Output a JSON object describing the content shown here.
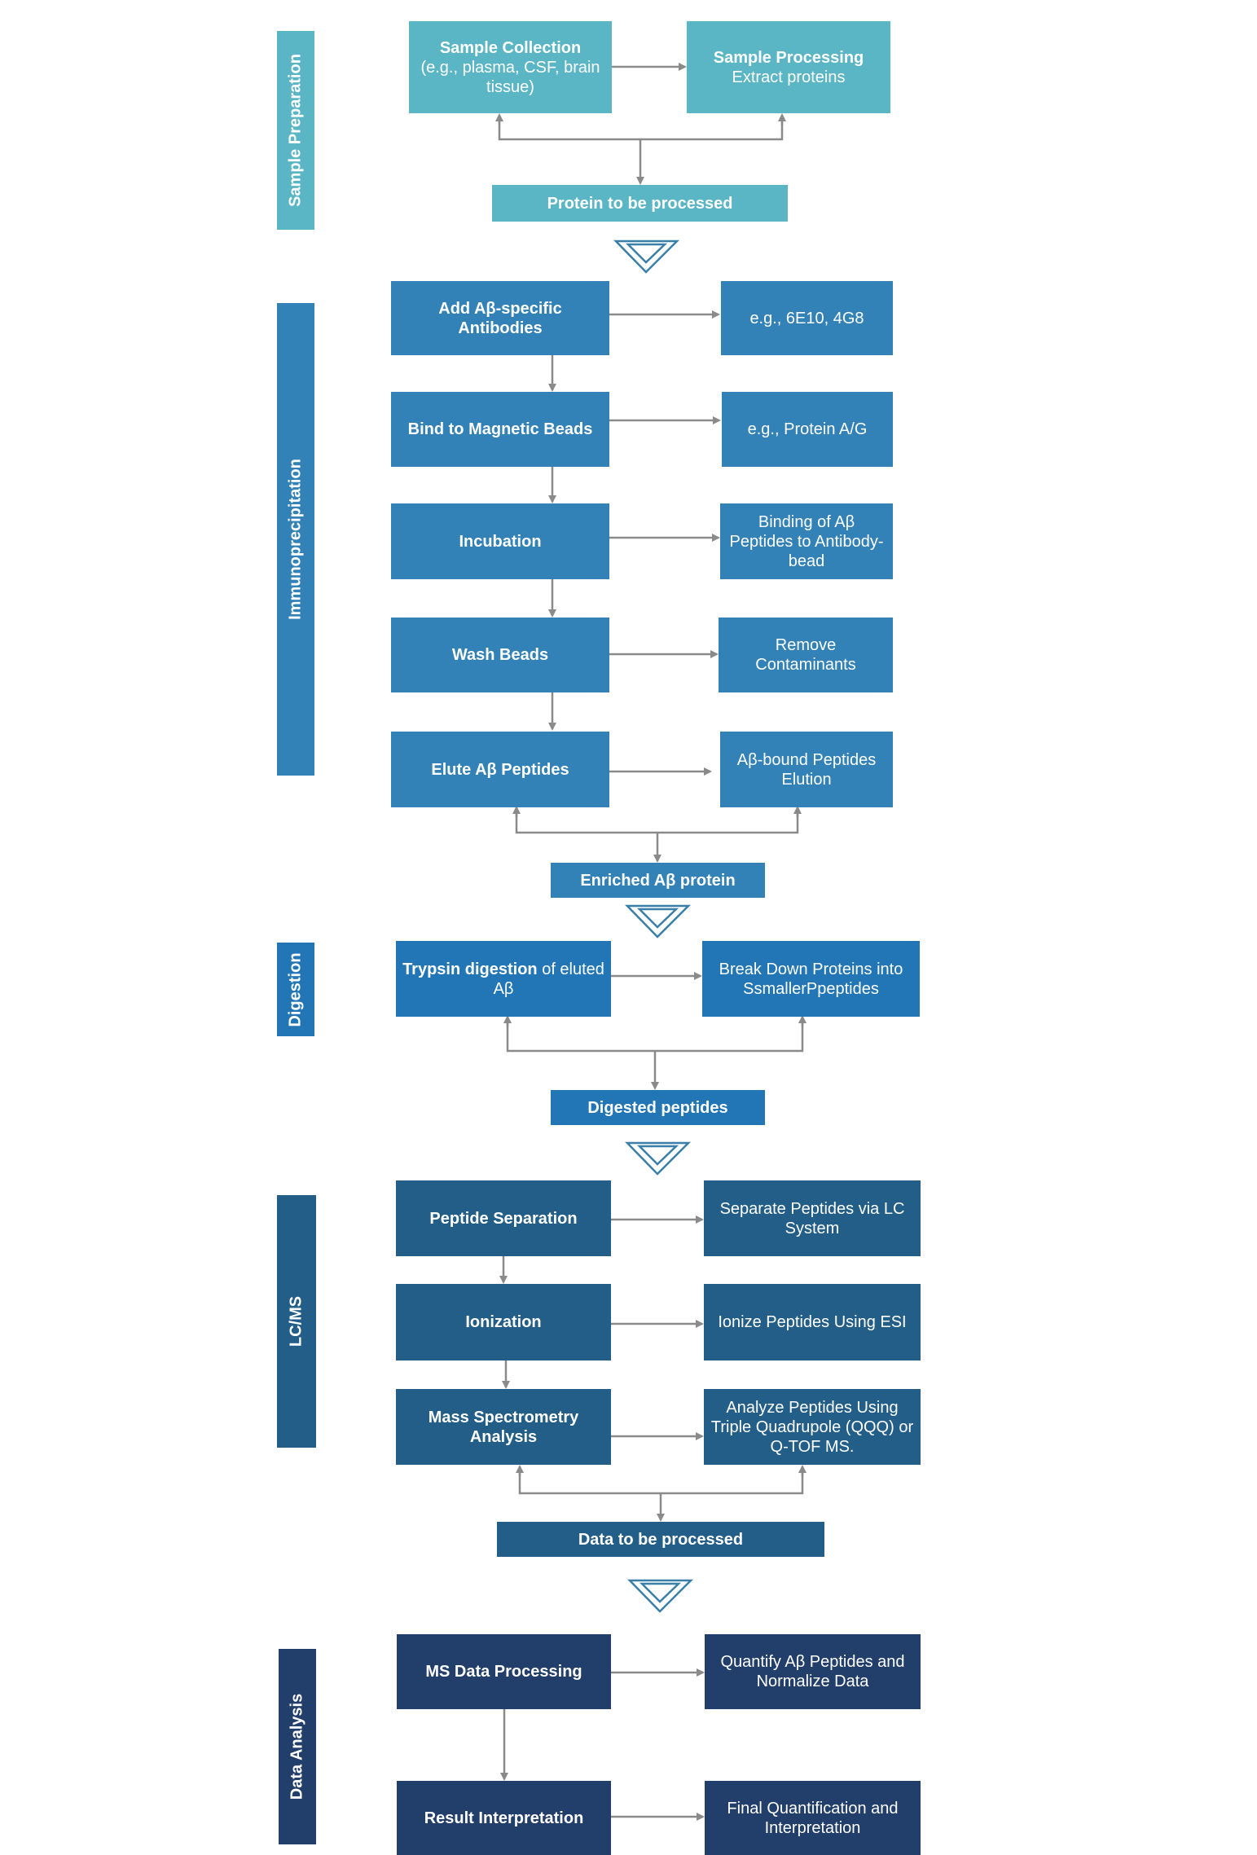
{
  "sections": {
    "sample_preparation": "Sample Preparation",
    "immunoprecipitation": "Immunoprecipitation",
    "digestion": "Digestion",
    "lc_ms": "LC/MS",
    "data_analysis": "Data Analysis"
  },
  "sample_prep": {
    "collection_title": "Sample Collection",
    "collection_detail": "(e.g., plasma, CSF, brain tissue)",
    "processing_title": "Sample Processing",
    "processing_detail": "Extract proteins",
    "output": "Protein to be processed"
  },
  "immuno": {
    "step1": "Add Aβ-specific Antibodies",
    "step1_side": "e.g., 6E10, 4G8",
    "step2": "Bind to Magnetic Beads",
    "step2_side": "e.g., Protein A/G",
    "step3": "Incubation",
    "step3_side": "Binding of Aβ Peptides to Antibody-bead",
    "step4": "Wash Beads",
    "step4_side": "Remove Contaminants",
    "step5": "Elute Aβ Peptides",
    "step5_side": "Aβ-bound  Peptides Elution",
    "output": "Enriched Aβ protein"
  },
  "digestion": {
    "step_bold": "Trypsin digestion",
    "step_rest": " of eluted Aβ",
    "step_side": "Break Down Proteins into SsmallerPpeptides",
    "output": "Digested peptides"
  },
  "lcms": {
    "step1": "Peptide Separation",
    "step1_side": "Separate Peptides via LC System",
    "step2": "Ionization",
    "step2_side": "Ionize Peptides Using ESI",
    "step3": "Mass Spectrometry Analysis",
    "step3_side": "Analyze Peptides Using Triple Quadrupole (QQQ) or Q-TOF MS.",
    "output": "Data to be processed"
  },
  "analysis": {
    "step1": "MS Data Processing",
    "step1_side": "Quantify Aβ Peptides and Normalize Data",
    "step2": "Result Interpretation",
    "step2_side": "Final Quantification and Interpretation"
  },
  "colors": {
    "sample_preparation": "#5ab5c4",
    "immunoprecipitation": "#3281b7",
    "digestion": "#2276b6",
    "lc_ms": "#225e88",
    "data_analysis": "#223e6a",
    "connector": "#8a8a8a",
    "chevron": "#3a7fa8"
  }
}
